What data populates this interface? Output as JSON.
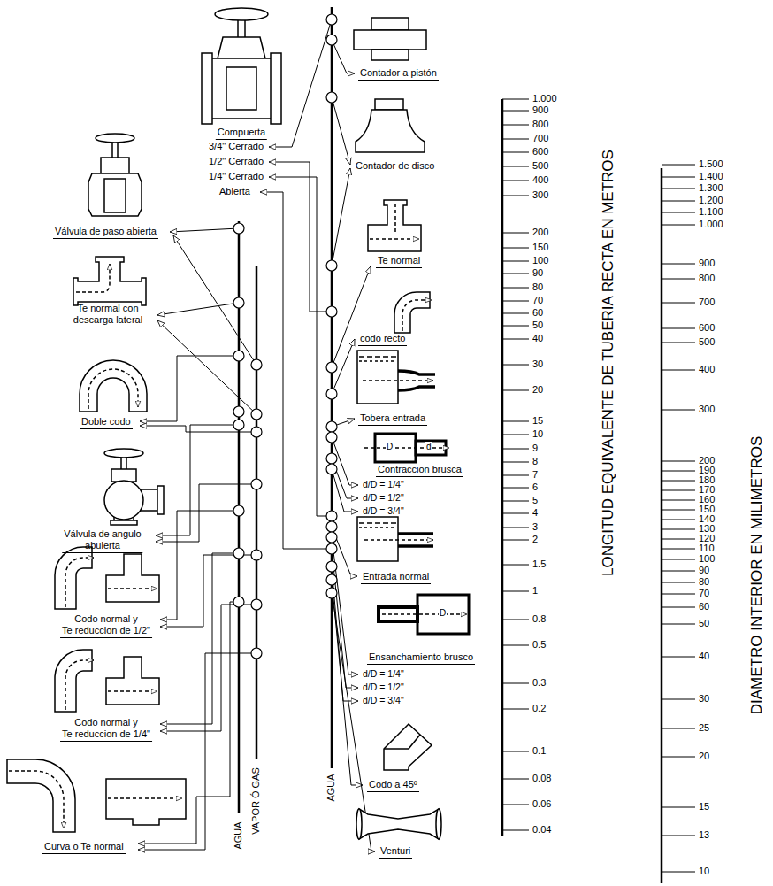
{
  "diagram": {
    "labels": [
      "Contador a pistón",
      "Compuerta",
      "3/4\" Cerrado",
      "1/2\" Cerrado",
      "1/4\" Cerrado",
      "Abierta",
      "Contador de disco",
      "Válvula de paso abierta",
      "Te normal",
      "Te normal con descarga lateral",
      "codo recto",
      "Doble codo",
      "Tobera entrada",
      "D",
      "d",
      "Contraccion brusca",
      "d/D = 1/4\"",
      "d/D = 1/2\"",
      "d/D = 3/4\"",
      "Válvula de angulo abuierta",
      "Entrada normal",
      "Codo normal y Te reduccion de 1/2\"",
      "D",
      "Ensanchamiento brusco",
      "d/D = 1/4\"",
      "d/D = 1/2\"",
      "d/D = 3/4\"",
      "Codo normal y Te reduccion de 1/4\"",
      "Codo a 45º",
      "Curva o Te normal",
      "Venturi",
      "AGUA",
      "VAPOR Ó GAS",
      "AGUA",
      "LONGITUD EQUIVALENTE DE TUBERIA RECTA EN METROS",
      "DIAMETRO INTERIOR EN MILIMETROS",
      "1.000",
      "900",
      "800",
      "700",
      "600",
      "500",
      "400",
      "300",
      "200",
      "150",
      "100",
      "90",
      "80",
      "70",
      "60",
      "50",
      "40",
      "30",
      "20",
      "15",
      "10",
      "9",
      "8",
      "7",
      "6",
      "5",
      "4",
      "3",
      "2",
      "1.5",
      "1",
      "0.8",
      "0.5",
      "0.3",
      "0.2",
      "0.1",
      "0.08",
      "0.06",
      "0.04",
      "1.500",
      "1.400",
      "1.300",
      "1.200",
      "1.100",
      "1.000",
      "900",
      "800",
      "700",
      "600",
      "500",
      "400",
      "300",
      "200",
      "190",
      "180",
      "170",
      "160",
      "150",
      "140",
      "130",
      "120",
      "110",
      "100",
      "90",
      "80",
      "70",
      "60",
      "50",
      "40",
      "30",
      "25",
      "20",
      "15",
      "13",
      "10"
    ]
  }
}
